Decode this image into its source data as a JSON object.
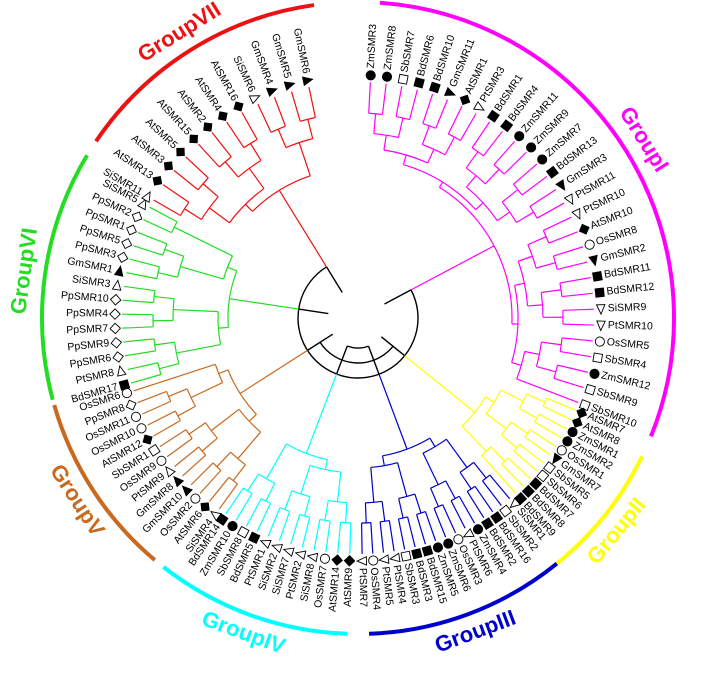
{
  "title": "",
  "groups": [
    {
      "id": "GroupI",
      "label": "GroupI",
      "color": "#ff00ff"
    },
    {
      "id": "GroupII",
      "label": "GroupII",
      "color": "#ffff00"
    },
    {
      "id": "GroupIII",
      "label": "GroupIII",
      "color": "#0000cc"
    },
    {
      "id": "GroupIV",
      "label": "GroupIV",
      "color": "#00ffff"
    },
    {
      "id": "GroupV",
      "label": "GroupV",
      "color": "#c8691e"
    },
    {
      "id": "GroupVI",
      "label": "GroupVI",
      "color": "#22dd22"
    },
    {
      "id": "GroupVII",
      "label": "GroupVII",
      "color": "#ee1111"
    }
  ],
  "marker_legend": {
    "square-filled": "Bd",
    "square-open": "Sb",
    "circle-filled": "Zm",
    "circle-open": "Os",
    "triangle-down-filled": "Gm",
    "triangle-down-open": "Pt / Si",
    "diamond-filled": "At",
    "diamond-open": "Pp"
  },
  "leaves": [
    {
      "name": "ZmSMR3",
      "group": "GroupI",
      "marker": "circle-filled"
    },
    {
      "name": "ZmSMR8",
      "group": "GroupI",
      "marker": "circle-filled"
    },
    {
      "name": "SbSMR7",
      "group": "GroupI",
      "marker": "square-open"
    },
    {
      "name": "BdSMR6",
      "group": "GroupI",
      "marker": "square-filled"
    },
    {
      "name": "BdSMR10",
      "group": "GroupI",
      "marker": "square-filled"
    },
    {
      "name": "GmSMR11",
      "group": "GroupI",
      "marker": "triangle-filled"
    },
    {
      "name": "AtSMR1",
      "group": "GroupI",
      "marker": "diamond-filled"
    },
    {
      "name": "PtSMR3",
      "group": "GroupI",
      "marker": "triangle-open"
    },
    {
      "name": "BdSMR1",
      "group": "GroupI",
      "marker": "square-filled"
    },
    {
      "name": "BdSMR4",
      "group": "GroupI",
      "marker": "square-filled"
    },
    {
      "name": "ZmSMR11",
      "group": "GroupI",
      "marker": "circle-filled"
    },
    {
      "name": "ZmSMR9",
      "group": "GroupI",
      "marker": "circle-filled"
    },
    {
      "name": "ZmSMR7",
      "group": "GroupI",
      "marker": "circle-filled"
    },
    {
      "name": "BdSMR13",
      "group": "GroupI",
      "marker": "square-filled"
    },
    {
      "name": "GmSMR3",
      "group": "GroupI",
      "marker": "triangle-filled"
    },
    {
      "name": "PtSMR11",
      "group": "GroupI",
      "marker": "triangle-open"
    },
    {
      "name": "PtSMR10",
      "group": "GroupI",
      "marker": "triangle-open"
    },
    {
      "name": "AtSMR10",
      "group": "GroupI",
      "marker": "diamond-filled"
    },
    {
      "name": "OsSMR8",
      "group": "GroupI",
      "marker": "circle-open"
    },
    {
      "name": "GmSMR2",
      "group": "GroupI",
      "marker": "triangle-filled"
    },
    {
      "name": "BdSMR11",
      "group": "GroupI",
      "marker": "square-filled"
    },
    {
      "name": "BdSMR12",
      "group": "GroupI",
      "marker": "square-filled"
    },
    {
      "name": "SiSMR9",
      "group": "GroupI",
      "marker": "triangle-open"
    },
    {
      "name": "PtSMR10",
      "group": "GroupI",
      "marker": "triangle-open"
    },
    {
      "name": "OsSMR5",
      "group": "GroupI",
      "marker": "circle-open"
    },
    {
      "name": "SbSMR4",
      "group": "GroupI",
      "marker": "square-open"
    },
    {
      "name": "ZmSMR12",
      "group": "GroupI",
      "marker": "circle-filled"
    },
    {
      "name": "SbSMR9",
      "group": "GroupI",
      "marker": "square-open"
    },
    {
      "name": "SbSMR10",
      "group": "GroupI",
      "marker": "square-open"
    },
    {
      "name": "AtSMR7",
      "group": "GroupII",
      "marker": "diamond-filled"
    },
    {
      "name": "AtSMR8",
      "group": "GroupII",
      "marker": "diamond-filled"
    },
    {
      "name": "ZmSMR1",
      "group": "GroupII",
      "marker": "circle-filled"
    },
    {
      "name": "ZmSMR2",
      "group": "GroupII",
      "marker": "circle-filled"
    },
    {
      "name": "OsSMR1",
      "group": "GroupII",
      "marker": "circle-open"
    },
    {
      "name": "GmSMR7",
      "group": "GroupII",
      "marker": "triangle-filled"
    },
    {
      "name": "SbSMR5",
      "group": "GroupII",
      "marker": "square-open"
    },
    {
      "name": "SbSMR6",
      "group": "GroupII",
      "marker": "square-open"
    },
    {
      "name": "BdSMR7",
      "group": "GroupII",
      "marker": "square-filled"
    },
    {
      "name": "BdSMR8",
      "group": "GroupII",
      "marker": "square-filled"
    },
    {
      "name": "BdSMR9",
      "group": "GroupII",
      "marker": "square-filled"
    },
    {
      "name": "SiSMR1",
      "group": "GroupIII",
      "marker": "triangle-open"
    },
    {
      "name": "SbSMR2",
      "group": "GroupIII",
      "marker": "square-open"
    },
    {
      "name": "BdSMR16",
      "group": "GroupIII",
      "marker": "square-filled"
    },
    {
      "name": "BdSMR2",
      "group": "GroupIII",
      "marker": "square-filled"
    },
    {
      "name": "ZmSMR4",
      "group": "GroupIII",
      "marker": "circle-filled"
    },
    {
      "name": "PtSMR6",
      "group": "GroupIII",
      "marker": "triangle-open"
    },
    {
      "name": "OsSMR3",
      "group": "GroupIII",
      "marker": "circle-open"
    },
    {
      "name": "ZmSMR6",
      "group": "GroupIII",
      "marker": "circle-filled"
    },
    {
      "name": "ZmSMR5",
      "group": "GroupIII",
      "marker": "circle-filled"
    },
    {
      "name": "BdSMR15",
      "group": "GroupIII",
      "marker": "square-filled"
    },
    {
      "name": "BdSMR3",
      "group": "GroupIII",
      "marker": "square-filled"
    },
    {
      "name": "SbSMR3",
      "group": "GroupIII",
      "marker": "square-open"
    },
    {
      "name": "PtSMR4",
      "group": "GroupIII",
      "marker": "triangle-open"
    },
    {
      "name": "PtSMR5",
      "group": "GroupIII",
      "marker": "triangle-open"
    },
    {
      "name": "OsSMR4",
      "group": "GroupIII",
      "marker": "circle-open"
    },
    {
      "name": "PtSMR7",
      "group": "GroupIII",
      "marker": "triangle-open"
    },
    {
      "name": "AtSMR9",
      "group": "GroupIV",
      "marker": "diamond-filled"
    },
    {
      "name": "AtSMR14",
      "group": "GroupIV",
      "marker": "diamond-filled"
    },
    {
      "name": "OsSMR7",
      "group": "GroupIV",
      "marker": "circle-open"
    },
    {
      "name": "SiSMR8",
      "group": "GroupIV",
      "marker": "triangle-open"
    },
    {
      "name": "PtSMR2",
      "group": "GroupIV",
      "marker": "triangle-open"
    },
    {
      "name": "SiSMR7",
      "group": "GroupIV",
      "marker": "triangle-open"
    },
    {
      "name": "SiSMR2",
      "group": "GroupIV",
      "marker": "triangle-open"
    },
    {
      "name": "PtSMR1",
      "group": "GroupIV",
      "marker": "triangle-open"
    },
    {
      "name": "BdSMR5",
      "group": "GroupIV",
      "marker": "square-filled"
    },
    {
      "name": "SbSMR8",
      "group": "GroupIV",
      "marker": "square-open"
    },
    {
      "name": "ZmSMR10",
      "group": "GroupIV",
      "marker": "circle-filled"
    },
    {
      "name": "BdSMR14",
      "group": "GroupIV",
      "marker": "square-filled"
    },
    {
      "name": "SiSMR4",
      "group": "GroupV",
      "marker": "triangle-open"
    },
    {
      "name": "AtSMR6",
      "group": "GroupV",
      "marker": "diamond-filled"
    },
    {
      "name": "OsSMR2",
      "group": "GroupV",
      "marker": "circle-open"
    },
    {
      "name": "GmSMR10",
      "group": "GroupV",
      "marker": "triangle-filled"
    },
    {
      "name": "GmSMR8",
      "group": "GroupV",
      "marker": "triangle-filled"
    },
    {
      "name": "PtSMR9",
      "group": "GroupV",
      "marker": "triangle-open"
    },
    {
      "name": "OsSMR9",
      "group": "GroupV",
      "marker": "circle-open"
    },
    {
      "name": "SbSMR1",
      "group": "GroupV",
      "marker": "square-open"
    },
    {
      "name": "AtSMR12",
      "group": "GroupV",
      "marker": "diamond-filled"
    },
    {
      "name": "OsSMR10",
      "group": "GroupV",
      "marker": "circle-open"
    },
    {
      "name": "OsSMR11",
      "group": "GroupV",
      "marker": "circle-open"
    },
    {
      "name": "PpSMR8",
      "group": "GroupV",
      "marker": "diamond-open"
    },
    {
      "name": "OsSMR6",
      "group": "GroupV",
      "marker": "circle-open"
    },
    {
      "name": "BdSMR17",
      "group": "GroupVI",
      "marker": "square-filled"
    },
    {
      "name": "PtSMR8",
      "group": "GroupVI",
      "marker": "triangle-open"
    },
    {
      "name": "PpSMR6",
      "group": "GroupVI",
      "marker": "diamond-open"
    },
    {
      "name": "PpSMR9",
      "group": "GroupVI",
      "marker": "diamond-open"
    },
    {
      "name": "PpSMR7",
      "group": "GroupVI",
      "marker": "diamond-open"
    },
    {
      "name": "PpSMR4",
      "group": "GroupVI",
      "marker": "diamond-open"
    },
    {
      "name": "PpSMR10",
      "group": "GroupVI",
      "marker": "diamond-open"
    },
    {
      "name": "SiSMR3",
      "group": "GroupVI",
      "marker": "triangle-open"
    },
    {
      "name": "GmSMR1",
      "group": "GroupVI",
      "marker": "triangle-filled"
    },
    {
      "name": "PpSMR3",
      "group": "GroupVI",
      "marker": "diamond-open"
    },
    {
      "name": "PpSMR5",
      "group": "GroupVI",
      "marker": "diamond-open"
    },
    {
      "name": "PpSMR1",
      "group": "GroupVI",
      "marker": "diamond-open"
    },
    {
      "name": "PpSMR2",
      "group": "GroupVI",
      "marker": "diamond-open"
    },
    {
      "name": "SiSMR5",
      "group": "GroupVI",
      "marker": "triangle-open"
    },
    {
      "name": "SiSMR11",
      "group": "GroupVII",
      "marker": "triangle-open"
    },
    {
      "name": "AtSMR13",
      "group": "GroupVII",
      "marker": "diamond-filled"
    },
    {
      "name": "AtSMR3",
      "group": "GroupVII",
      "marker": "diamond-filled"
    },
    {
      "name": "AtSMR5",
      "group": "GroupVII",
      "marker": "diamond-filled"
    },
    {
      "name": "AtSMR15",
      "group": "GroupVII",
      "marker": "diamond-filled"
    },
    {
      "name": "AtSMR2",
      "group": "GroupVII",
      "marker": "diamond-filled"
    },
    {
      "name": "AtSMR4",
      "group": "GroupVII",
      "marker": "diamond-filled"
    },
    {
      "name": "AtSMR16",
      "group": "GroupVII",
      "marker": "diamond-filled"
    },
    {
      "name": "SiSMR6",
      "group": "GroupVII",
      "marker": "triangle-open"
    },
    {
      "name": "GmSMR4",
      "group": "GroupVII",
      "marker": "triangle-filled"
    },
    {
      "name": "GmSMR5",
      "group": "GroupVII",
      "marker": "triangle-filled"
    },
    {
      "name": "GmSMR6",
      "group": "GroupVII",
      "marker": "triangle-filled"
    }
  ]
}
